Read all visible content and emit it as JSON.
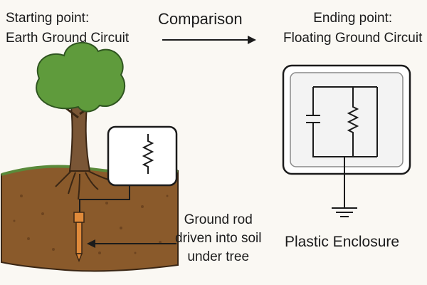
{
  "left_heading": {
    "line1": "Starting point:",
    "line2": "Earth Ground Circuit"
  },
  "center_heading": "Comparison",
  "right_heading": {
    "line1": "Ending point:",
    "line2": "Floating Ground Circuit"
  },
  "rod_caption": {
    "line1": "Ground rod",
    "line2": "driven into soil",
    "line3": "under tree"
  },
  "enclosure_label": "Plastic Enclosure",
  "colors": {
    "soil": "#8a5a2b",
    "grass": "#5a8a3a",
    "foliage": "#5f9b3c",
    "trunk": "#7a5636",
    "rod": "#e08a3a",
    "ink": "#1b1b1b"
  }
}
